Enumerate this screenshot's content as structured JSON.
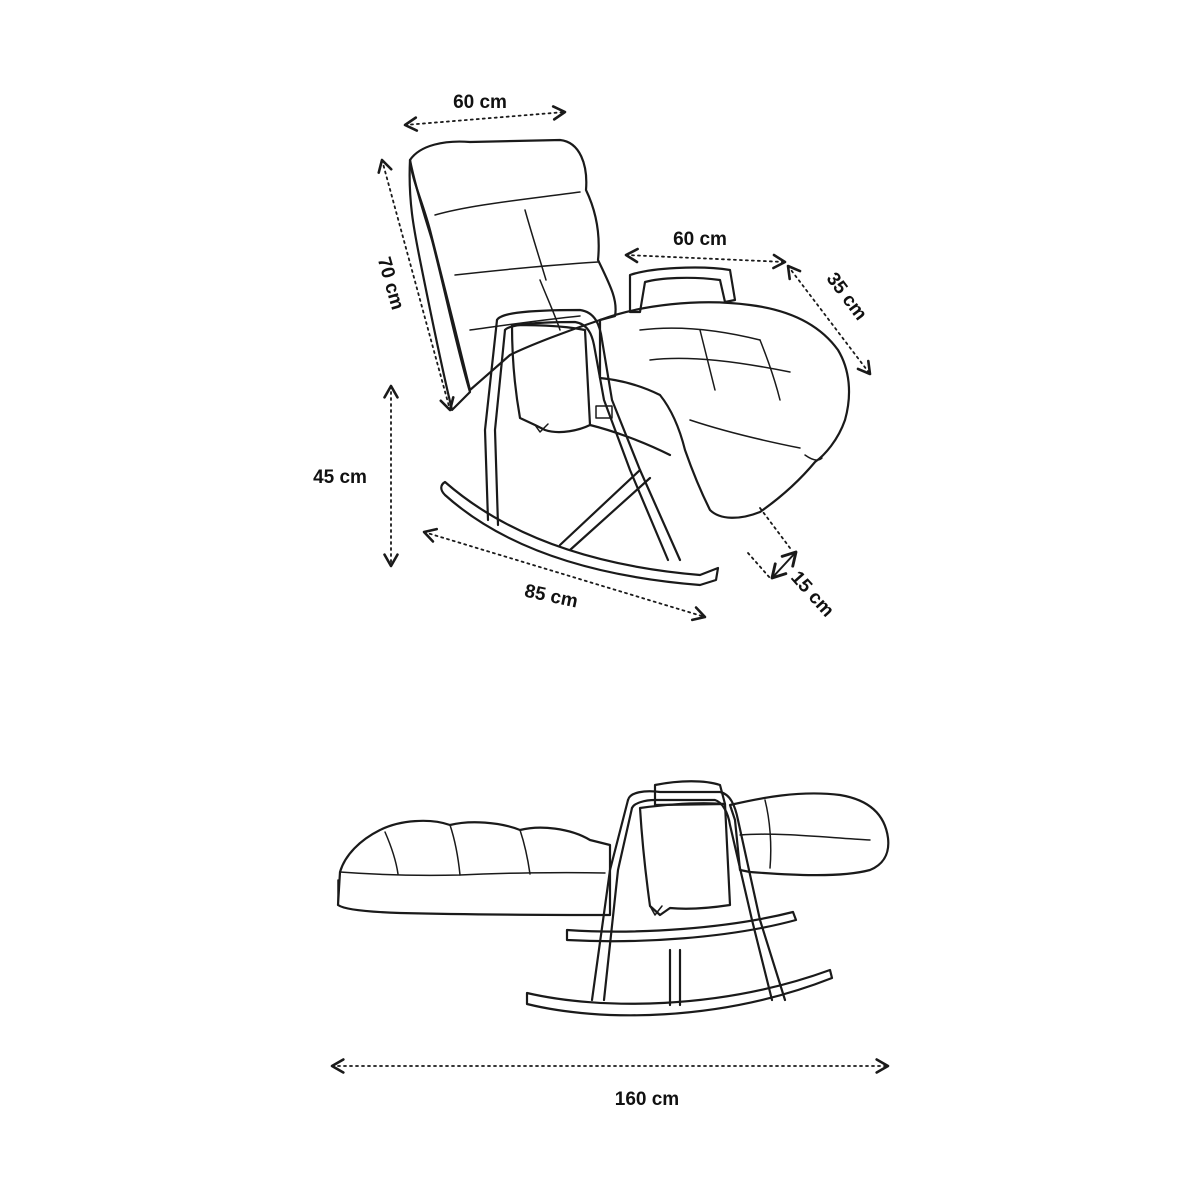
{
  "dimensions": {
    "top_width": "60 cm",
    "back_height": "70 cm",
    "armrest_length": "60 cm",
    "footrest_depth": "35 cm",
    "seat_height": "45 cm",
    "base_length": "85 cm",
    "footrest_thickness": "15 cm",
    "unfolded_length": "160 cm"
  }
}
